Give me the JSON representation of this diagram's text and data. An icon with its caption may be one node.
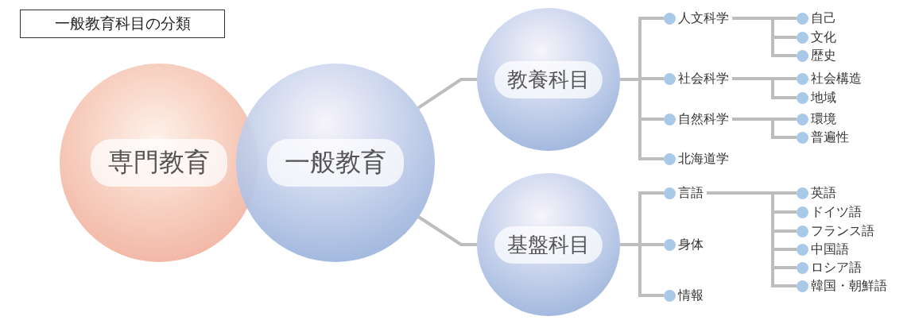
{
  "diagram": {
    "title": "一般教育科目の分類",
    "nodes": [
      {
        "text": [
          "専門教育"
        ]
      },
      {
        "text": [
          "一般教育"
        ]
      },
      {
        "text": [
          "教養科目"
        ]
      },
      {
        "text": [
          "基盤科目"
        ]
      },
      {
        "text": [
          "人文科学"
        ]
      },
      {
        "text": [
          "社会科学"
        ]
      },
      {
        "text": [
          "自然科学"
        ]
      },
      {
        "text": [
          "北海道学"
        ]
      },
      {
        "text": [
          "自己"
        ]
      },
      {
        "text": [
          "文化"
        ]
      },
      {
        "text": [
          "歴史"
        ]
      },
      {
        "text": [
          "社会構造"
        ]
      },
      {
        "text": [
          "地域"
        ]
      },
      {
        "text": [
          "環境"
        ]
      },
      {
        "text": [
          "普遍性"
        ]
      },
      {
        "text": [
          "言語"
        ]
      },
      {
        "text": [
          "身体"
        ]
      },
      {
        "text": [
          "情報"
        ]
      },
      {
        "text": [
          "英語"
        ]
      },
      {
        "text": [
          "ドイツ語"
        ]
      },
      {
        "text": [
          "フランス語"
        ]
      },
      {
        "text": [
          "中国語"
        ]
      },
      {
        "text": [
          "ロシア語"
        ]
      },
      {
        "text": [
          "韓国・朝鮮語"
        ]
      }
    ],
    "edges": [
      {
        "from": 1,
        "to": 2,
        "arrow": "none"
      },
      {
        "from": 1,
        "to": 3,
        "arrow": "none"
      },
      {
        "from": 2,
        "to": 4,
        "arrow": "none"
      },
      {
        "from": 2,
        "to": 5,
        "arrow": "none"
      },
      {
        "from": 2,
        "to": 6,
        "arrow": "none"
      },
      {
        "from": 2,
        "to": 7,
        "arrow": "none"
      },
      {
        "from": 4,
        "to": 8,
        "arrow": "none"
      },
      {
        "from": 4,
        "to": 9,
        "arrow": "none"
      },
      {
        "from": 4,
        "to": 10,
        "arrow": "none"
      },
      {
        "from": 5,
        "to": 11,
        "arrow": "none"
      },
      {
        "from": 5,
        "to": 12,
        "arrow": "none"
      },
      {
        "from": 6,
        "to": 13,
        "arrow": "none"
      },
      {
        "from": 6,
        "to": 14,
        "arrow": "none"
      },
      {
        "from": 3,
        "to": 15,
        "arrow": "none"
      },
      {
        "from": 3,
        "to": 16,
        "arrow": "none"
      },
      {
        "from": 3,
        "to": 17,
        "arrow": "none"
      },
      {
        "from": 15,
        "to": 18,
        "arrow": "none"
      },
      {
        "from": 15,
        "to": 19,
        "arrow": "none"
      },
      {
        "from": 15,
        "to": 20,
        "arrow": "none"
      },
      {
        "from": 15,
        "to": 21,
        "arrow": "none"
      },
      {
        "from": 15,
        "to": 22,
        "arrow": "none"
      },
      {
        "from": 15,
        "to": 23,
        "arrow": "none"
      }
    ]
  }
}
